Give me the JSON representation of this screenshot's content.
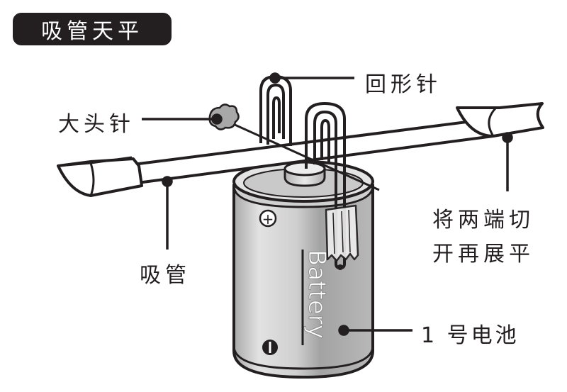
{
  "title": "吸管天平",
  "labels": {
    "paper_clip": "回形针",
    "pin": "大头针",
    "straw": "吸管",
    "cut_flat_line1": "将两端切",
    "cut_flat_line2": "开再展平",
    "battery_type": "1 号电池"
  },
  "battery": {
    "brand_text": "Battery",
    "plus_symbol": "+",
    "minus_symbol": "−"
  },
  "colors": {
    "outline": "#231f20",
    "battery_body": "#bdbdbd",
    "battery_light": "#e6e6e6",
    "battery_dark": "#9e9e9e",
    "pin_head": "#a8a8a8"
  }
}
